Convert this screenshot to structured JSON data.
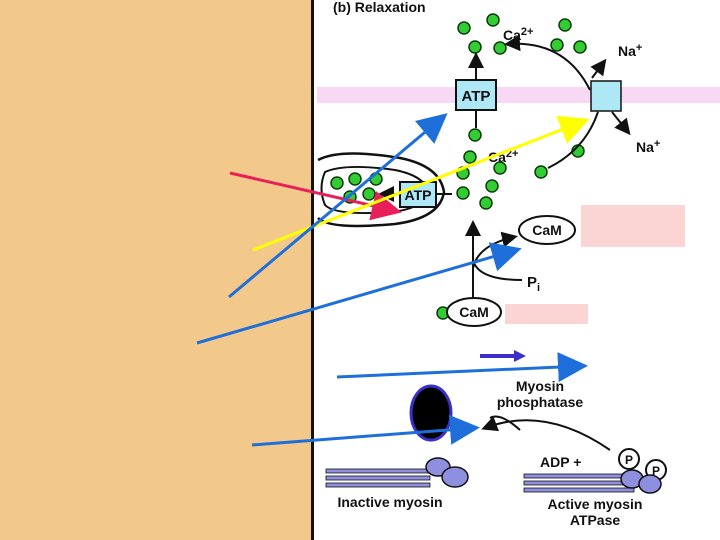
{
  "diagram": {
    "title": "(b) Relaxation",
    "labels": {
      "ca_top": "Ca",
      "ca_top_sup": "2+",
      "na_top": "Na",
      "na_top_sup": "+",
      "na_bottom": "Na",
      "na_bottom_sup": "+",
      "ca_mid": "Ca",
      "ca_mid_sup": "2+",
      "atp_membrane": "ATP",
      "atp_sr": "ATP",
      "cam_top": "CaM",
      "cam_bottom": "CaM",
      "pi": "P",
      "pi_sub": "i",
      "myosin_phosphatase_1": "Myosin",
      "myosin_phosphatase_2": "phosphatase",
      "adp": "ADP +",
      "p1": "P",
      "p2": "P",
      "inactive_myosin": "Inactive myosin",
      "active_myosin_1": "Active myosin",
      "active_myosin_2": "ATPase"
    }
  },
  "colors": {
    "left_panel": "#f2c98a",
    "membrane": "#f7d9f5",
    "calcium": "#33cc33",
    "exchanger": "#aee8f7",
    "arrow_blue": "#1e6fd9",
    "arrow_yellow": "#ffff00",
    "arrow_red": "#e8205a",
    "arrow_indigo": "#3a2fc8",
    "myosin": "#8f8fe0",
    "pink_box": "#fbd4d4"
  }
}
